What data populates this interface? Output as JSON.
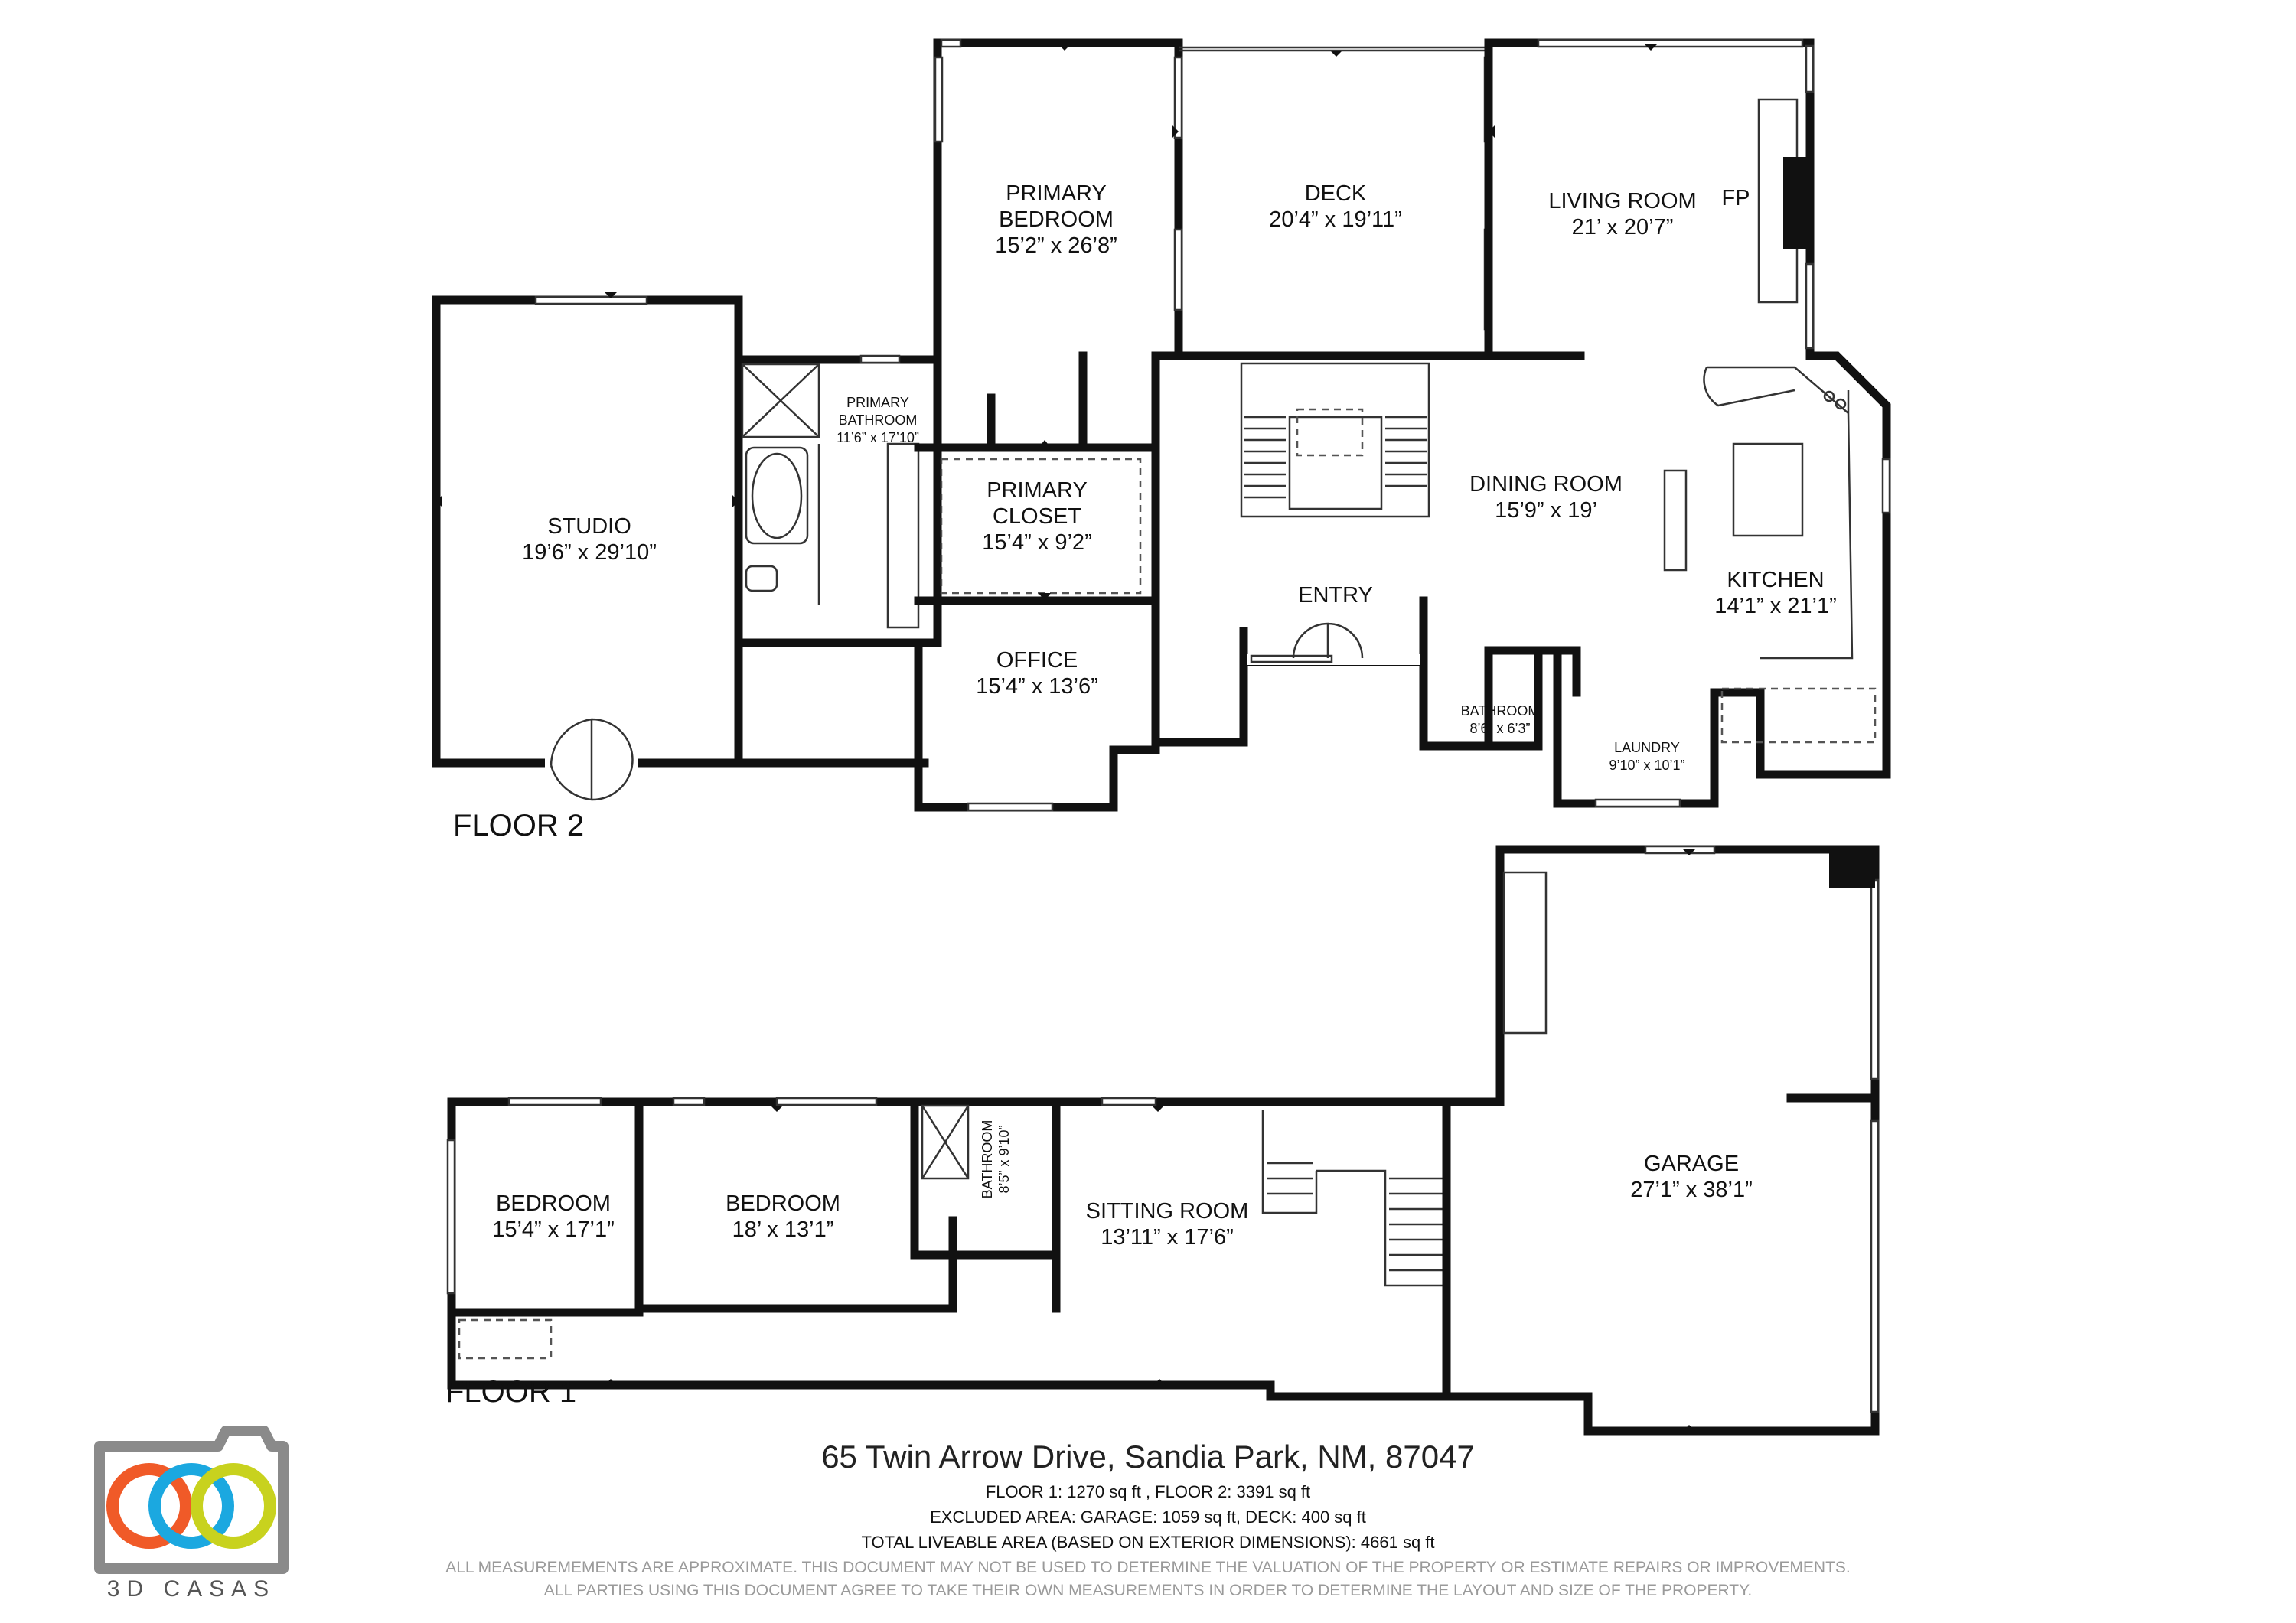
{
  "floors": {
    "floor2": {
      "label": "FLOOR 2"
    },
    "floor1": {
      "label": "FLOOR 1"
    }
  },
  "rooms": {
    "primary_bedroom": {
      "name_l1": "PRIMARY",
      "name_l2": "BEDROOM",
      "dims": "15’2” x 26’8”"
    },
    "deck": {
      "name": "DECK",
      "dims": "20’4” x 19’11”"
    },
    "living_room": {
      "name": "LIVING ROOM",
      "dims": "21’ x 20’7”",
      "fireplace": "FP"
    },
    "studio": {
      "name": "STUDIO",
      "dims": "19’6” x 29’10”"
    },
    "primary_bathroom": {
      "name_l1": "PRIMARY",
      "name_l2": "BATHROOM",
      "dims": "11’6” x 17’10”"
    },
    "primary_closet": {
      "name_l1": "PRIMARY",
      "name_l2": "CLOSET",
      "dims": "15’4” x 9’2”"
    },
    "dining_room": {
      "name": "DINING ROOM",
      "dims": "15’9” x 19’"
    },
    "kitchen": {
      "name": "KITCHEN",
      "dims": "14’1” x 21’1”"
    },
    "entry": {
      "name": "ENTRY"
    },
    "office": {
      "name": "OFFICE",
      "dims": "15’4” x 13’6”"
    },
    "bathroom_f2": {
      "name": "BATHROOM",
      "dims": "8’6” x 6’3”"
    },
    "laundry": {
      "name": "LAUNDRY",
      "dims": "9’10” x 10’1”"
    },
    "bedroom_a": {
      "name": "BEDROOM",
      "dims": "15’4” x 17’1”"
    },
    "bedroom_b": {
      "name": "BEDROOM",
      "dims": "18’ x 13’1”"
    },
    "bathroom_f1": {
      "name": "BATHROOM",
      "dims": "8’5” x 9’10”"
    },
    "sitting_room": {
      "name": "SITTING ROOM",
      "dims": "13’11” x 17’6”"
    },
    "garage": {
      "name": "GARAGE",
      "dims": "27’1” x 38’1”"
    }
  },
  "footer": {
    "address": "65 Twin Arrow Drive, Sandia Park, NM, 87047",
    "floor_areas": "FLOOR 1: 1270 sq ft , FLOOR 2: 3391 sq ft",
    "excluded": "EXCLUDED AREA: GARAGE: 1059 sq ft, DECK: 400 sq ft",
    "total": "TOTAL LIVEABLE AREA (BASED ON EXTERIOR DIMENSIONS): 4661 sq ft",
    "disclaimer_1": "ALL MEASUREMEMENTS ARE APPROXIMATE. THIS DOCUMENT MAY NOT BE USED TO DETERMINE THE VALUATION OF THE PROPERTY OR ESTIMATE REPAIRS OR IMPROVEMENTS.",
    "disclaimer_2": "ALL PARTIES USING THIS DOCUMENT AGREE TO TAKE THEIR OWN MEASUREMENTS IN ORDER TO DETERMINE THE LAYOUT AND SIZE OF THE PROPERTY."
  },
  "logo": {
    "text": "3D CASAS",
    "ring_colors": [
      "#f05a28",
      "#1ba8e0",
      "#c8d21e"
    ],
    "camera_color": "#8a8a8a"
  }
}
